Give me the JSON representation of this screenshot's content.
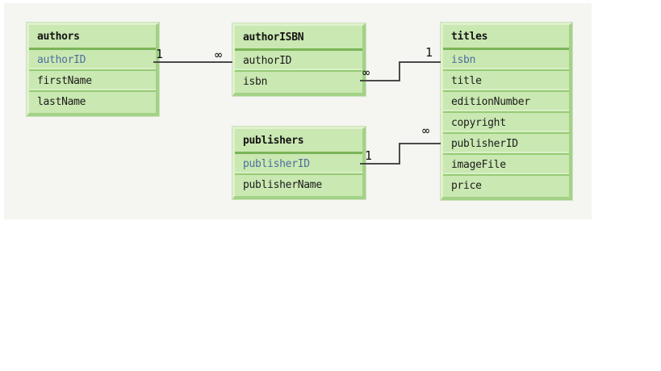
{
  "diagram": {
    "type": "entity-relationship",
    "background_color": "#f5f5f2",
    "table_fill_color": "#cae8b2",
    "primary_key_color": "#4c6f9f",
    "line_color": "#4a4a4a",
    "tables": {
      "authors": {
        "name": "authors",
        "primary_key": "authorID",
        "fields": [
          "authorID",
          "firstName",
          "lastName"
        ]
      },
      "authorISBN": {
        "name": "authorISBN",
        "fields": [
          "authorID",
          "isbn"
        ]
      },
      "publishers": {
        "name": "publishers",
        "primary_key": "publisherID",
        "fields": [
          "publisherID",
          "publisherName"
        ]
      },
      "titles": {
        "name": "titles",
        "primary_key": "isbn",
        "fields": [
          "isbn",
          "title",
          "editionNumber",
          "copyright",
          "publisherID",
          "imageFile",
          "price"
        ]
      }
    },
    "relationships": [
      {
        "from": "authors",
        "to": "authorISBN",
        "from_cardinality": "1",
        "to_cardinality": "∞"
      },
      {
        "from": "titles",
        "to": "authorISBN",
        "from_cardinality": "1",
        "to_cardinality": "∞"
      },
      {
        "from": "publishers",
        "to": "titles",
        "from_cardinality": "1",
        "to_cardinality": "∞"
      }
    ]
  }
}
